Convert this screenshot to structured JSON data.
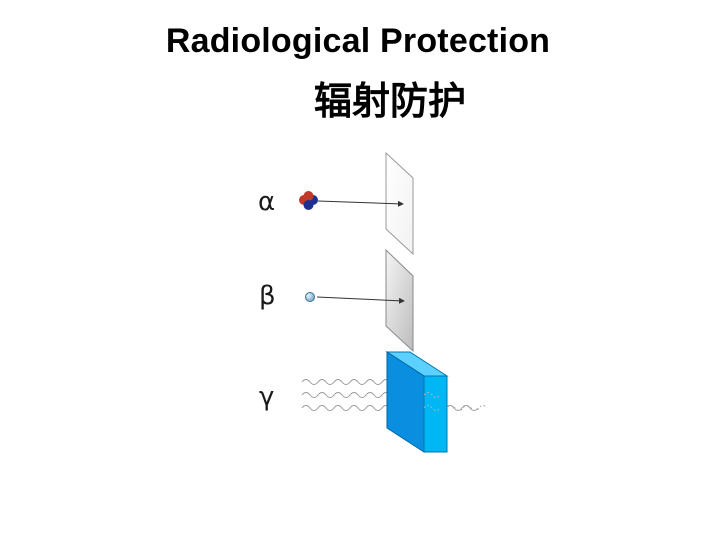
{
  "slide": {
    "title": "Radiological Protection",
    "subtitle_zh": "辐射防护"
  },
  "radiation": {
    "alpha": {
      "symbol": "α"
    },
    "beta": {
      "symbol": "β"
    },
    "gamma": {
      "symbol": "γ"
    }
  },
  "colors": {
    "alpha_particle_proton": "#c0392b",
    "alpha_particle_neutron": "#1f2f8f",
    "beta_particle": "#8fc3e0",
    "shield_block": "#00aaee",
    "arrow": "#333333"
  }
}
